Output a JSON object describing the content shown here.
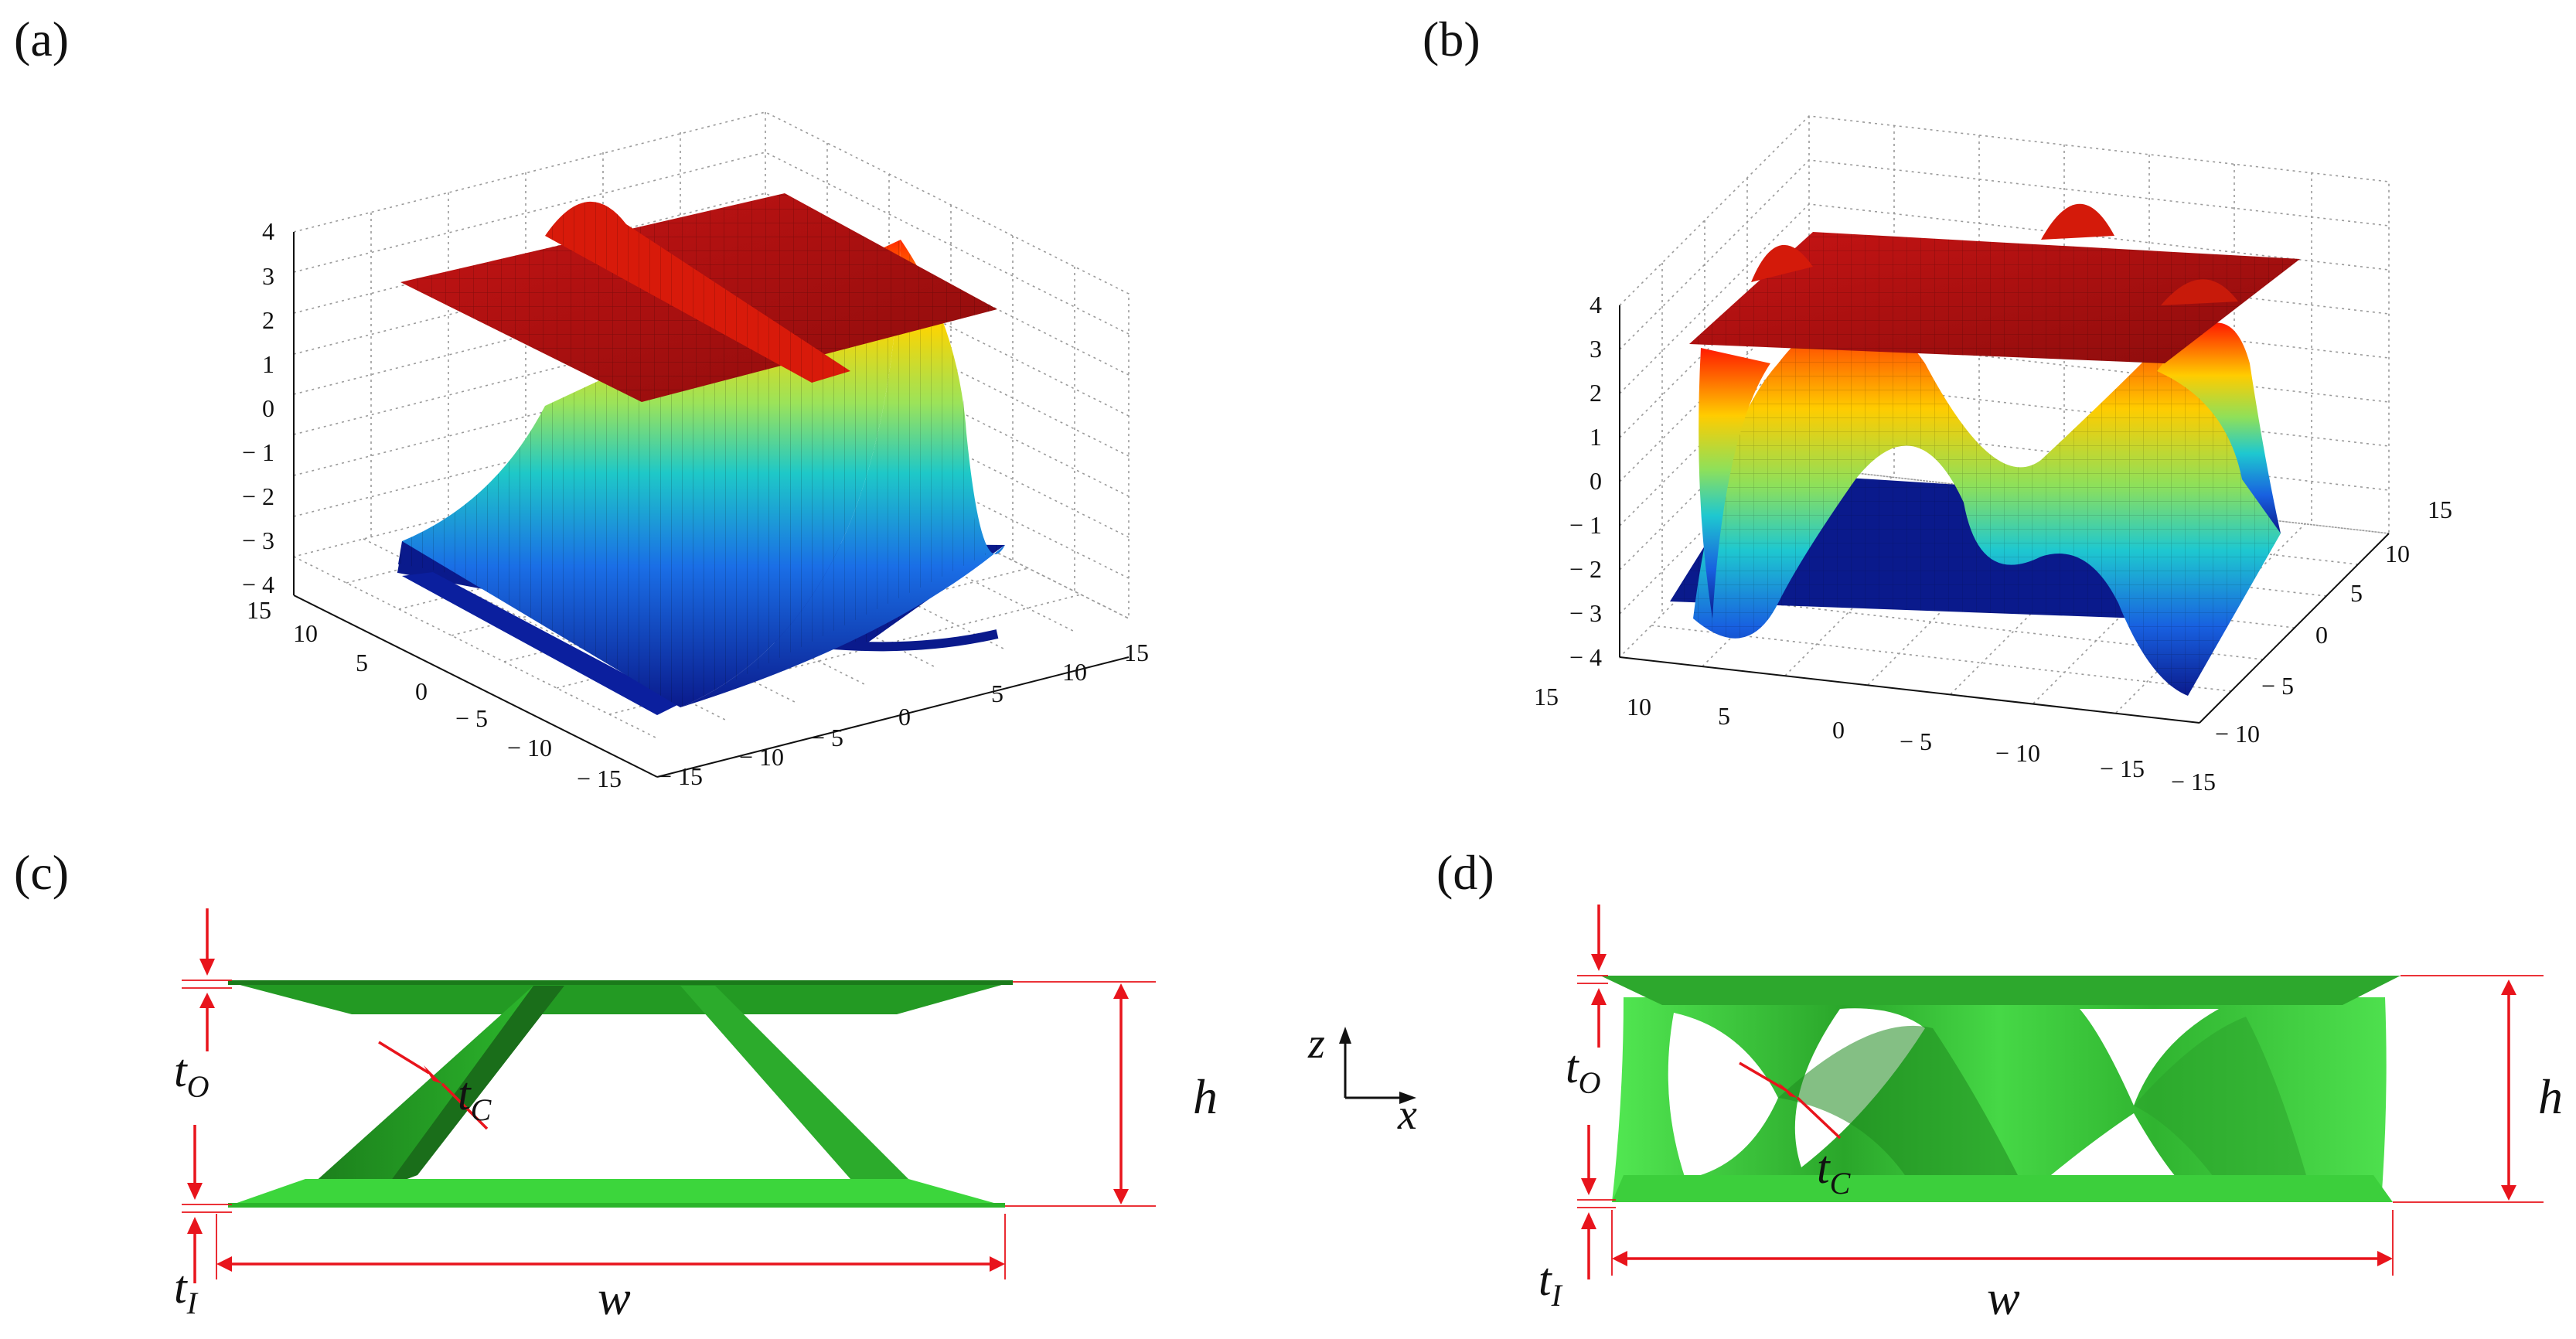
{
  "panels": {
    "a": {
      "label": "(a)"
    },
    "b": {
      "label": "(b)"
    },
    "c": {
      "label": "(c)"
    },
    "d": {
      "label": "(d)"
    }
  },
  "plot_a": {
    "z_ticks": [
      "4",
      "3",
      "2",
      "1",
      "0",
      "− 1",
      "− 2",
      "− 3",
      "− 4"
    ],
    "y_ticks": [
      "15",
      "10",
      "5",
      "0",
      "− 5",
      "− 10",
      "− 15"
    ],
    "x_ticks": [
      "− 15",
      "− 10",
      "− 5",
      "0",
      "5",
      "10",
      "15"
    ]
  },
  "plot_b": {
    "z_ticks": [
      "4",
      "3",
      "2",
      "1",
      "0",
      "− 1",
      "− 2",
      "− 3",
      "− 4"
    ],
    "y_ticks": [
      "15",
      "10",
      "5",
      "0",
      "− 5",
      "− 10",
      "− 15"
    ],
    "x_ticks": [
      "− 15",
      "− 10",
      "− 5",
      "0",
      "5",
      "10",
      "15"
    ]
  },
  "dims": {
    "t_o": "t",
    "t_o_sub": "O",
    "t_c": "t",
    "t_c_sub": "C",
    "t_i": "t",
    "t_i_sub": "I",
    "h": "h",
    "w": "w"
  },
  "axes_triad": {
    "z": "z",
    "x": "x"
  },
  "colors": {
    "top_plate": "#b01010",
    "bottom_plate": "#0a1a8c",
    "dimension_lines": "#e8141c",
    "green_dark": "#1f8a1f",
    "green_light": "#3cd63c"
  }
}
